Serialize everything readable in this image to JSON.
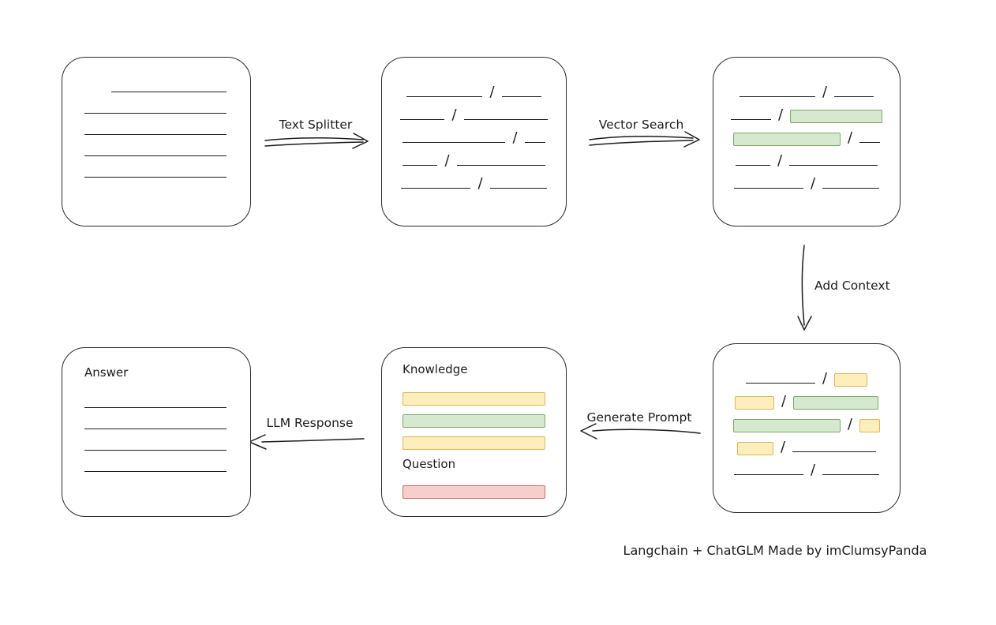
{
  "colors": {
    "ink": "#1c1c1c",
    "green_fill": "#d6e9ce",
    "green_stroke": "#79a869",
    "yellow_fill": "#fdeebc",
    "yellow_stroke": "#d9b75c",
    "red_fill": "#f6cfca",
    "red_stroke": "#c66d65"
  },
  "glyphs": {
    "slash": "/"
  },
  "arrows": {
    "text_splitter": {
      "label": "Text Splitter"
    },
    "vector_search": {
      "label": "Vector Search"
    },
    "add_context": {
      "label": "Add Context"
    },
    "generate_prompt": {
      "label": "Generate Prompt"
    },
    "llm_response": {
      "label": "LLM Response"
    }
  },
  "boxes": {
    "source_document": {
      "rows": [
        [
          {
            "t": "line",
            "w": 146
          }
        ],
        [
          {
            "t": "line",
            "w": 180
          }
        ],
        [
          {
            "t": "line",
            "w": 180
          }
        ],
        [
          {
            "t": "line",
            "w": 180
          }
        ],
        [
          {
            "t": "line",
            "w": 180
          }
        ]
      ]
    },
    "split_chunks": {
      "rows": [
        [
          {
            "t": "line",
            "w": 96
          },
          {
            "t": "slash"
          },
          {
            "t": "line",
            "w": 50
          }
        ],
        [
          {
            "t": "line",
            "w": 56
          },
          {
            "t": "slash"
          },
          {
            "t": "line",
            "w": 106
          }
        ],
        [
          {
            "t": "line",
            "w": 130
          },
          {
            "t": "slash"
          },
          {
            "t": "line",
            "w": 26
          }
        ],
        [
          {
            "t": "line",
            "w": 44
          },
          {
            "t": "slash"
          },
          {
            "t": "line",
            "w": 112
          }
        ],
        [
          {
            "t": "line",
            "w": 88
          },
          {
            "t": "slash"
          },
          {
            "t": "line",
            "w": 72
          }
        ]
      ]
    },
    "vector_search_result": {
      "rows": [
        [
          {
            "t": "line",
            "w": 96
          },
          {
            "t": "slash"
          },
          {
            "t": "line",
            "w": 50
          }
        ],
        [
          {
            "t": "line",
            "w": 56
          },
          {
            "t": "slash"
          },
          {
            "t": "hl",
            "w": 128,
            "c": "green"
          }
        ],
        [
          {
            "t": "hl",
            "w": 136,
            "c": "green"
          },
          {
            "t": "slash"
          },
          {
            "t": "line",
            "w": 26
          }
        ],
        [
          {
            "t": "line",
            "w": 44
          },
          {
            "t": "slash"
          },
          {
            "t": "line",
            "w": 112
          }
        ],
        [
          {
            "t": "line",
            "w": 88
          },
          {
            "t": "slash"
          },
          {
            "t": "line",
            "w": 72
          }
        ]
      ]
    },
    "context_chunks": {
      "rows": [
        [
          {
            "t": "line",
            "w": 88
          },
          {
            "t": "slash"
          },
          {
            "t": "hl",
            "w": 42,
            "c": "yellow"
          }
        ],
        [
          {
            "t": "hl",
            "w": 50,
            "c": "yellow"
          },
          {
            "t": "slash"
          },
          {
            "t": "hl",
            "w": 108,
            "c": "green"
          }
        ],
        [
          {
            "t": "hl",
            "w": 136,
            "c": "green"
          },
          {
            "t": "slash"
          },
          {
            "t": "hl",
            "w": 26,
            "c": "yellow"
          }
        ],
        [
          {
            "t": "hl",
            "w": 46,
            "c": "yellow"
          },
          {
            "t": "slash"
          },
          {
            "t": "line",
            "w": 106
          }
        ],
        [
          {
            "t": "line",
            "w": 88
          },
          {
            "t": "slash"
          },
          {
            "t": "line",
            "w": 72
          }
        ]
      ]
    },
    "prompt": {
      "knowledge_label": "Knowledge",
      "question_label": "Question",
      "knowledge_rows": [
        [
          {
            "t": "hl",
            "w": 182,
            "c": "yellow"
          }
        ],
        [
          {
            "t": "hl",
            "w": 182,
            "c": "green"
          }
        ],
        [
          {
            "t": "hl",
            "w": 182,
            "c": "yellow"
          }
        ]
      ],
      "question_rows": [
        [
          {
            "t": "hl",
            "w": 182,
            "c": "red"
          }
        ]
      ]
    },
    "answer": {
      "title": "Answer",
      "rows": [
        [
          {
            "t": "line",
            "w": 180
          }
        ],
        [
          {
            "t": "line",
            "w": 180
          }
        ],
        [
          {
            "t": "line",
            "w": 180
          }
        ],
        [
          {
            "t": "line",
            "w": 180
          }
        ]
      ]
    }
  },
  "caption": "Langchain + ChatGLM Made by imClumsyPanda"
}
